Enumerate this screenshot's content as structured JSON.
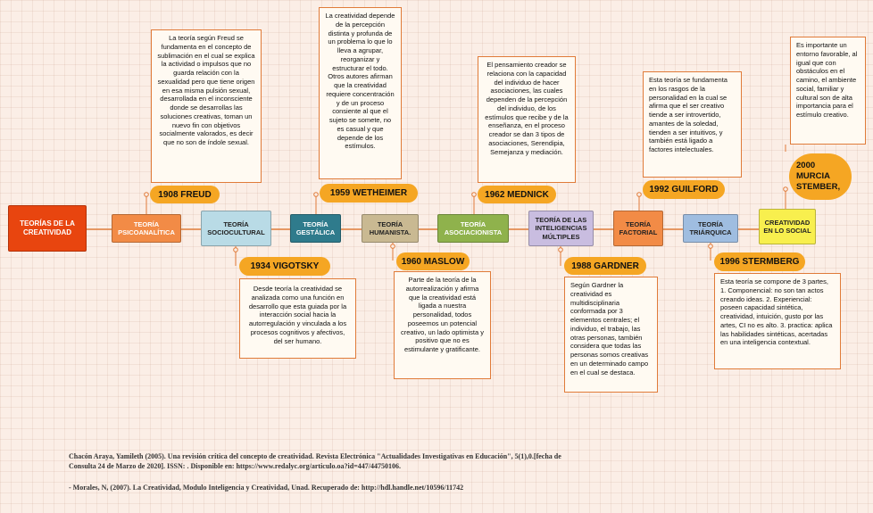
{
  "main_node": "TEORÍAS DE LA CREATIVIDAD",
  "theories": [
    {
      "label": "TEORÍA PSICOANALÍTICA",
      "date": "1908  FREUD",
      "text": "La teoría según Freud se fundamenta en el concepto de sublimación en el cual se explica la actividad o impulsos que no guarda relación con la sexualidad pero que tiene origen en esa misma pulsión sexual, desarrollada en el inconsciente donde se desarrollas las soluciones creativas, toman un nuevo fin con objetivos socialmente valorados, es decir que no son de índole sexual."
    },
    {
      "label": "TEORÍA SOCIOCULTURAL",
      "date": "1934 VIGOTSKY",
      "text": "Desde teoría la creatividad se analizada como una función en desarrollo que esta guiada por la interacción social hacia la autorregulación y vinculada a los procesos cognitivos y afectivos, del ser humano."
    },
    {
      "label": "TEORÍA GESTÁLICA",
      "date": "1959 WETHEIMER",
      "text": "La creatividad depende de la percepción distinta y profunda de un problema lo que lo lleva a agrupar, reorganizar y estructurar el todo. Otros autores afirman que la creatividad requiere concentración y de un proceso consiente al que el sujeto se somete, no es casual y que depende de los estímulos."
    },
    {
      "label": "TEORÍA HUMANISTA.",
      "date": "1960 MASLOW",
      "text": "Parte de la teoría de la autorrealización y afirma que la creatividad está ligada a nuestra personalidad, todos poseemos un potencial creativo, un lado optimista y positivo que no es estimulante y gratificante."
    },
    {
      "label": "TEORÍA ASOCIACIONISTA",
      "date": "1962 MEDNICK",
      "text": "El pensamiento creador se relaciona con la capacidad del individuo de hacer asociaciones, las cuales dependen de la percepción del individuo, de los estímulos que recibe y de la enseñanza, en el proceso creador se dan 3 tipos de asociaciones, Serendipia, Semejanza y mediación."
    },
    {
      "label": "TEORÍA DE LAS INTELIGENCIAS MÚLTIPLES",
      "date": "1988 GARDNER",
      "text": "Según Gardner la creatividad es multidisciplinaria conformada por 3 elementos centrales; el individuo, el trabajo, las otras personas, también considera que todas las personas somos creativas en un determinado campo en el cual se destaca."
    },
    {
      "label": "TEORÍA FACTORIAL",
      "date": "1992 GUILFORD",
      "text": "Esta teoría se fundamenta en los rasgos de la personalidad en la cual se afirma que el ser creativo tiende a ser introvertido, amantes de la soledad, tienden a ser intuitivos, y también está ligado a factores intelectuales."
    },
    {
      "label": "TEORÍA TRIÁRQUICA",
      "date": "1996 STERMBERG",
      "text": "Esta teoría se compone de 3 partes, 1. Componencial: no son tan actos creando ideas. 2. Experiencial: poseen capacidad sintética, creatividad, intuición, gusto por las artes, CI no es alto. 3. practica: aplica las habilidades sintéticas, acertadas en una inteligencia contextual."
    },
    {
      "label": "CREATIVIDAD EN LO SOCIAL",
      "date": "2000 MURCIA STEMBER,",
      "text": "Es importante un entorno favorable, al igual que con obstáculos en el camino, el ambiente social, familiar y cultural son de alta importancia para el estímulo creativo."
    }
  ],
  "references": [
    "Chacón Araya, Yamileth (2005). Una revisión crítica del concepto de creatividad. Revista Electrónica \"Actualidades Investigativas en Educación\", 5(1),0.[fecha de Consulta 24 de Marzo de 2020]. ISSN: . Disponible en:   https://www.redalyc.org/articulo.oa?id=447/44750106.",
    "- Morales, N, (2007). La Creatividad, Modulo Inteligencia y Creatividad, Unad. Recuperado de: http://hdl.handle.net/10596/11742"
  ],
  "colors": {
    "main_node": "#e8450f",
    "line": "#e07b39",
    "date_pill": "#f5a623"
  }
}
